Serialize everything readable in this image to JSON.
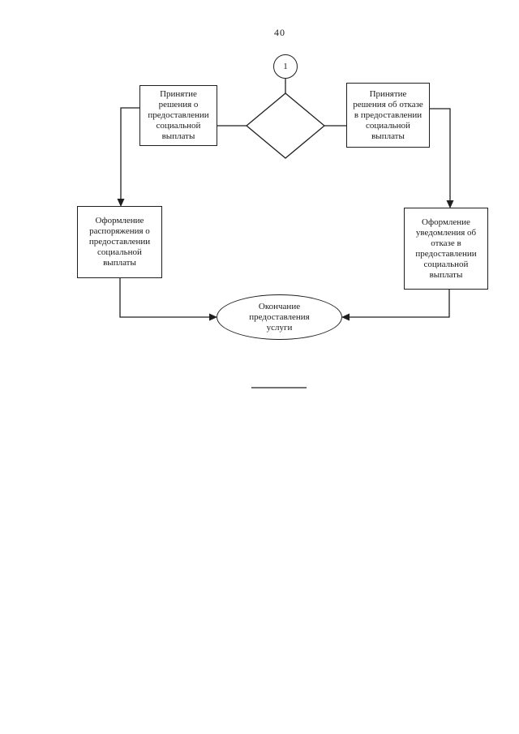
{
  "page": {
    "number": "40"
  },
  "flowchart": {
    "connector_circle_label": "1",
    "nodes": {
      "decision_approve": {
        "label": "Принятие\nрешения о\nпредоставлении\nсоциальной\nвыплаты"
      },
      "decision_refuse": {
        "label": "Принятие\nрешения об отказе\nв предоставлении\nсоциальной\nвыплаты"
      },
      "order_issue": {
        "label": "Оформление\nраспоряжения о\nпредоставлении\nсоциальной\nвыплаты"
      },
      "refusal_notice": {
        "label": "Оформление\nуведомления об\nотказе в\nпредоставлении\nсоциальной\nвыплаты"
      },
      "end": {
        "label": "Окончание\nпредоставления\nуслуги"
      }
    }
  }
}
